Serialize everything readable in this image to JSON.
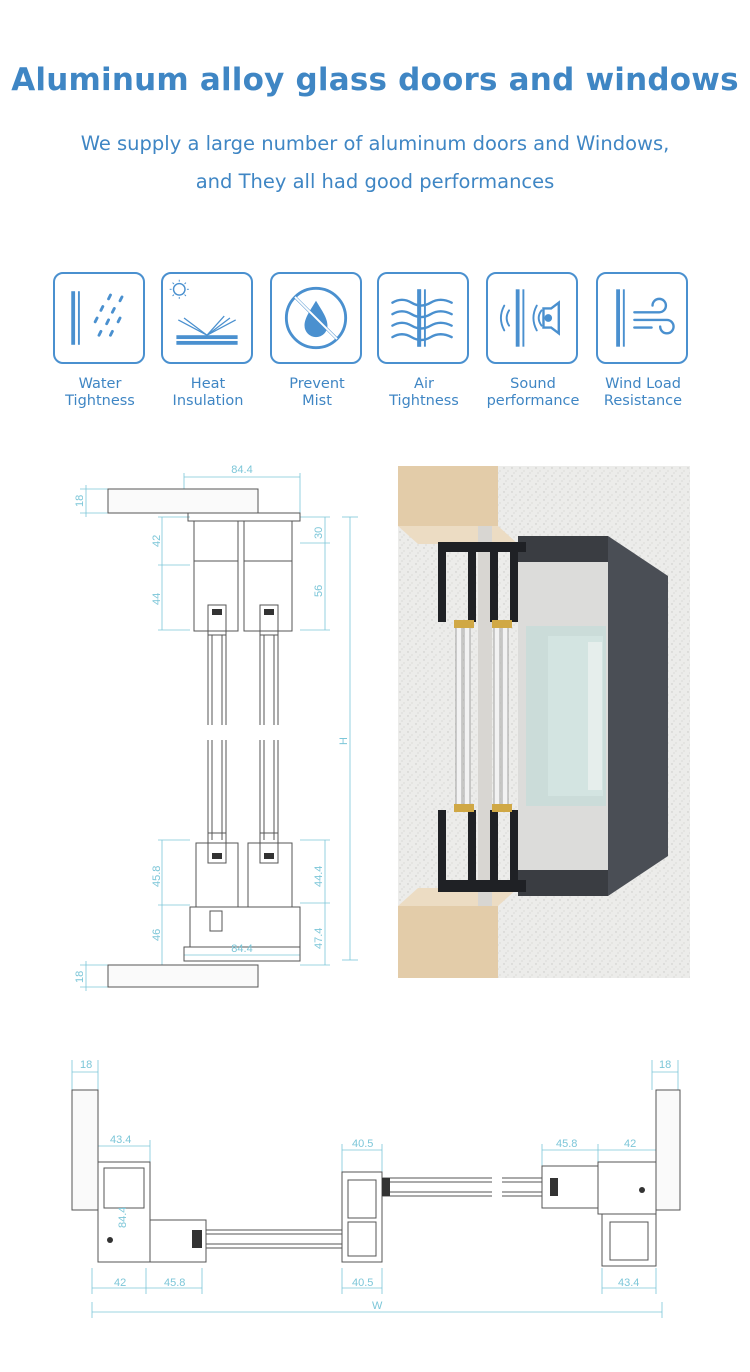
{
  "header": {
    "title": "Aluminum alloy glass doors and windows",
    "subtitle_line1": "We supply a large number of aluminum doors and Windows,",
    "subtitle_line2": "and They all had good performances"
  },
  "features": [
    {
      "icon": "water-tightness-icon",
      "line1": "Water",
      "line2": "Tightness"
    },
    {
      "icon": "heat-insulation-icon",
      "line1": "Heat",
      "line2": "Insulation"
    },
    {
      "icon": "prevent-mist-icon",
      "line1": "Prevent",
      "line2": "Mist"
    },
    {
      "icon": "air-tightness-icon",
      "line1": "Air",
      "line2": "Tightness"
    },
    {
      "icon": "sound-performance-icon",
      "line1": "Sound",
      "line2": "performance"
    },
    {
      "icon": "wind-load-resistance-icon",
      "line1": "Wind Load",
      "line2": "Resistance"
    }
  ],
  "vertical_drawing": {
    "top_width": "84.4",
    "bottom_width": "84.4",
    "wall_top": "18",
    "wall_bottom": "18",
    "left_42": "42",
    "left_44": "44",
    "right_30": "30",
    "right_56": "56",
    "height": "H",
    "left_45_8": "45.8",
    "left_46": "46",
    "right_44_4": "44.4",
    "right_47_4": "47.4"
  },
  "horizontal_drawing": {
    "wall_left": "18",
    "wall_right": "18",
    "top_43_4": "43.4",
    "top_40_5": "40.5",
    "top_45_8": "45.8",
    "top_42": "42",
    "side_84_4": "84.4",
    "bot_42": "42",
    "bot_45_8": "45.8",
    "bot_40_5": "40.5",
    "bot_43_4": "43.4",
    "width": "W"
  },
  "colors": {
    "accent": "#3f86c4",
    "icon_stroke": "#4a90cf",
    "dimension": "#7cc6d8",
    "frame": "#3a3d42",
    "wall": "#e8e8e6",
    "wood": "#e0c9a8"
  }
}
